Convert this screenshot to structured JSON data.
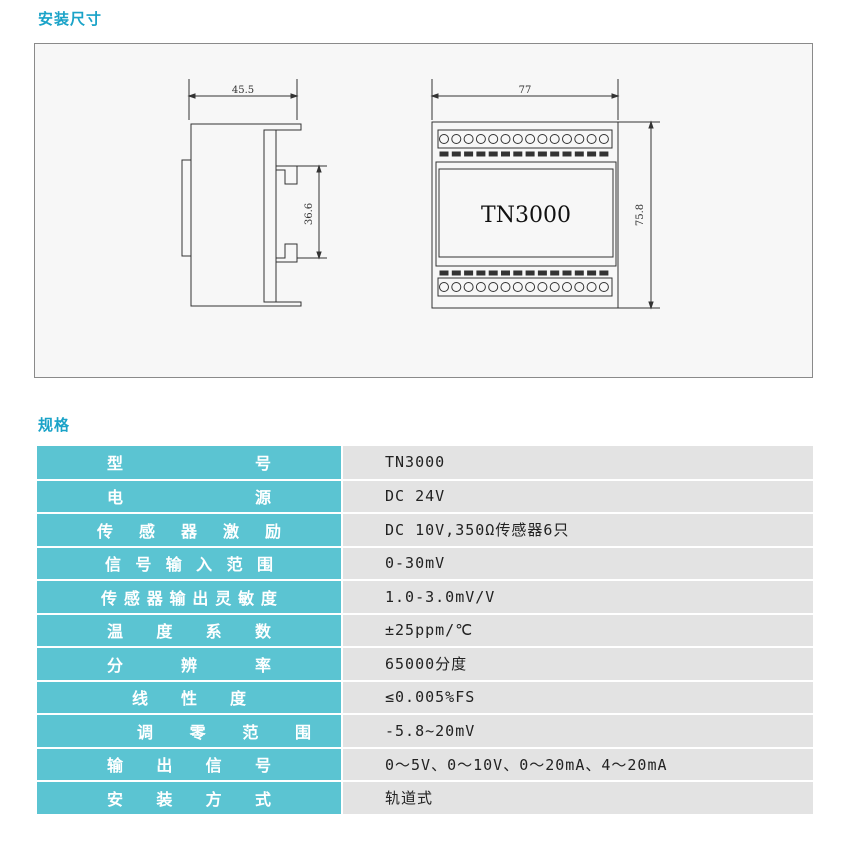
{
  "sections": {
    "install_title": "安装尺寸",
    "spec_title": "规格"
  },
  "drawing": {
    "dim_width_side": "45.5",
    "dim_height_side": "36.6",
    "dim_width_front": "77",
    "dim_height_front": "75.8",
    "model_label": "TN3000"
  },
  "specs": [
    {
      "label": "型号",
      "value": "TN3000"
    },
    {
      "label": "电源",
      "value": "DC 24V"
    },
    {
      "label": "传感器激励",
      "value": "DC 10V,350Ω传感器6只"
    },
    {
      "label": "信号输入范围",
      "value": "0-30mV"
    },
    {
      "label": "传感器输出灵敏度",
      "value": "1.0-3.0mV/V"
    },
    {
      "label": "温度系数",
      "value": "±25ppm/℃"
    },
    {
      "label": "分辨率",
      "value": "65000分度"
    },
    {
      "label": "线性度",
      "value": "≤0.005%FS"
    },
    {
      "label": "调零范围",
      "value": "-5.8~20mV"
    },
    {
      "label": "输出信号",
      "value": "0～5V、0～10V、0～20mA、4～20mA"
    },
    {
      "label": "安装方式",
      "value": "轨道式"
    }
  ]
}
